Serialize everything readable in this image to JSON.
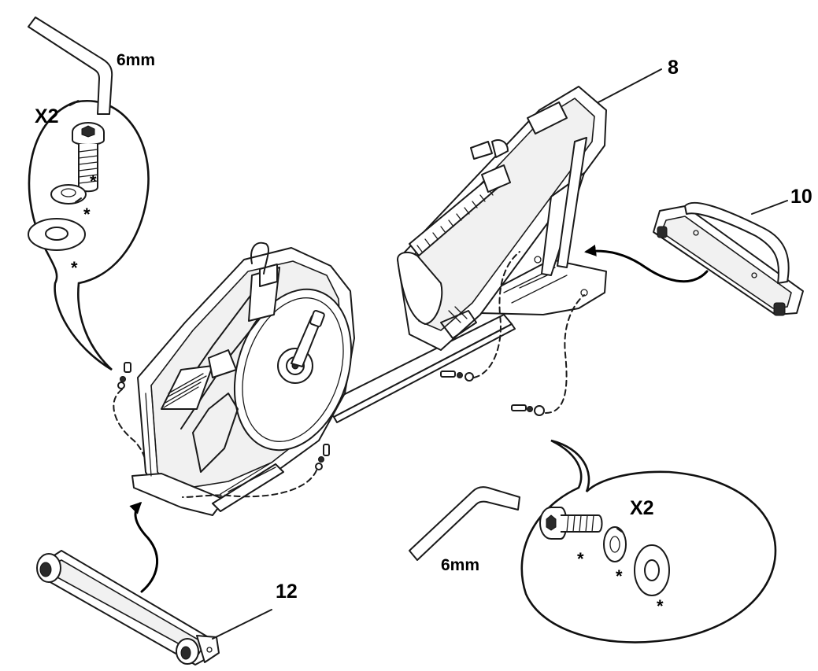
{
  "callouts": {
    "front_stabilizer": "12",
    "console_mast": "8",
    "rear_stabilizer": "10"
  },
  "hardware_bubble_left": {
    "quantity": "X2",
    "wrench_size": "6mm",
    "asterisk_1": "*",
    "asterisk_2": "*",
    "asterisk_3": "*"
  },
  "hardware_bubble_right": {
    "quantity": "X2",
    "wrench_size": "6mm",
    "asterisk_1": "*",
    "asterisk_2": "*",
    "asterisk_3": "*"
  },
  "parts": [
    "allen-wrench",
    "button-head-bolt",
    "lock-washer",
    "flat-washer",
    "front-stabilizer",
    "rear-stabilizer",
    "main-frame",
    "console-mast"
  ]
}
